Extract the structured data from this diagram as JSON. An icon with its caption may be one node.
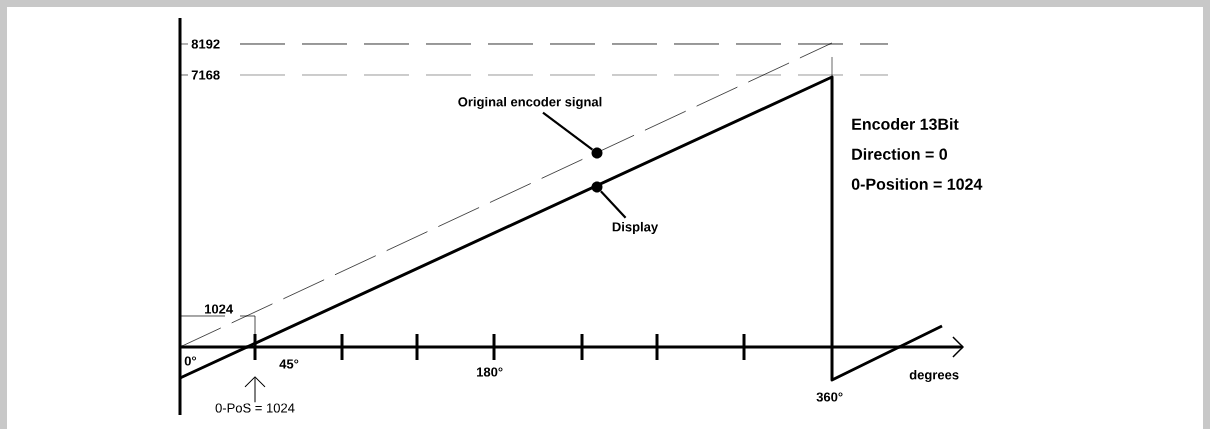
{
  "diagram": {
    "nodes": [
      {
        "text": [
          "Original encoder signal"
        ]
      },
      {
        "text": [],
        "shape": "circle"
      },
      {
        "text": [],
        "shape": "circle"
      },
      {
        "text": [
          "Display"
        ]
      },
      {
        "text": [
          "0-PoS = 1024"
        ]
      }
    ],
    "edges": [
      {
        "from": 0,
        "to": 1,
        "arrow": "none"
      },
      {
        "from": 3,
        "to": 2,
        "arrow": "none"
      },
      {
        "from": 4,
        "to": null,
        "arrow": "to"
      }
    ],
    "labels": [
      "8192",
      "7168",
      "Encoder 13Bit",
      "Direction = 0",
      "0-Position = 1024",
      "1024",
      "0°",
      "45°",
      "180°",
      "degrees",
      "360°"
    ]
  }
}
